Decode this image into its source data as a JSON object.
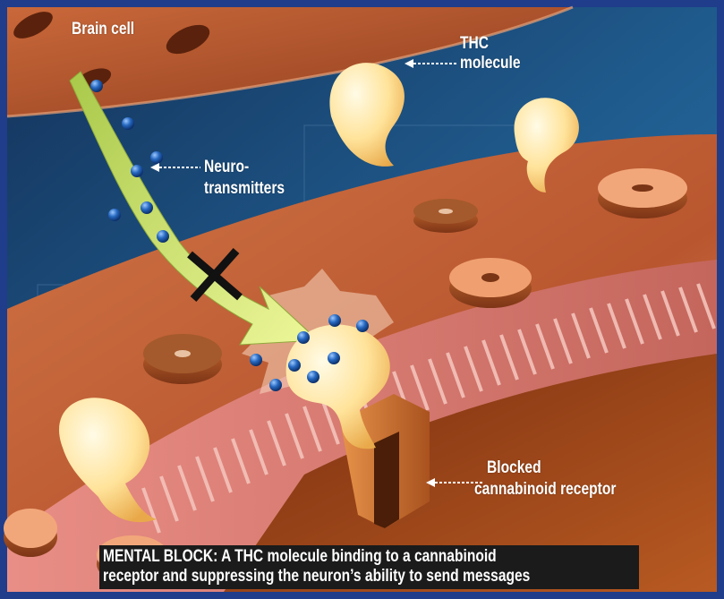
{
  "labels": {
    "brain_cell": "Brain cell",
    "thc_line1": "THC",
    "thc_line2": "molecule",
    "neuro_line1": "Neuro-",
    "neuro_line2": "transmitters",
    "blocked_line1": "Blocked",
    "blocked_line2": "cannabinoid receptor"
  },
  "caption": {
    "line1": "MENTAL BLOCK: A THC molecule binding to a cannabinoid",
    "line2": "receptor and suppressing the neuron’s ability to send messages"
  },
  "colors": {
    "frame": "#1f3d8a",
    "synaptic_gap": "#1d4a78",
    "upper_cell": "#b8542c",
    "lower_cell": "#c9653a",
    "thc": "#ffe7a8",
    "neurotransmitter": "#1f5fb0",
    "arrow": "#d6ec6a"
  }
}
